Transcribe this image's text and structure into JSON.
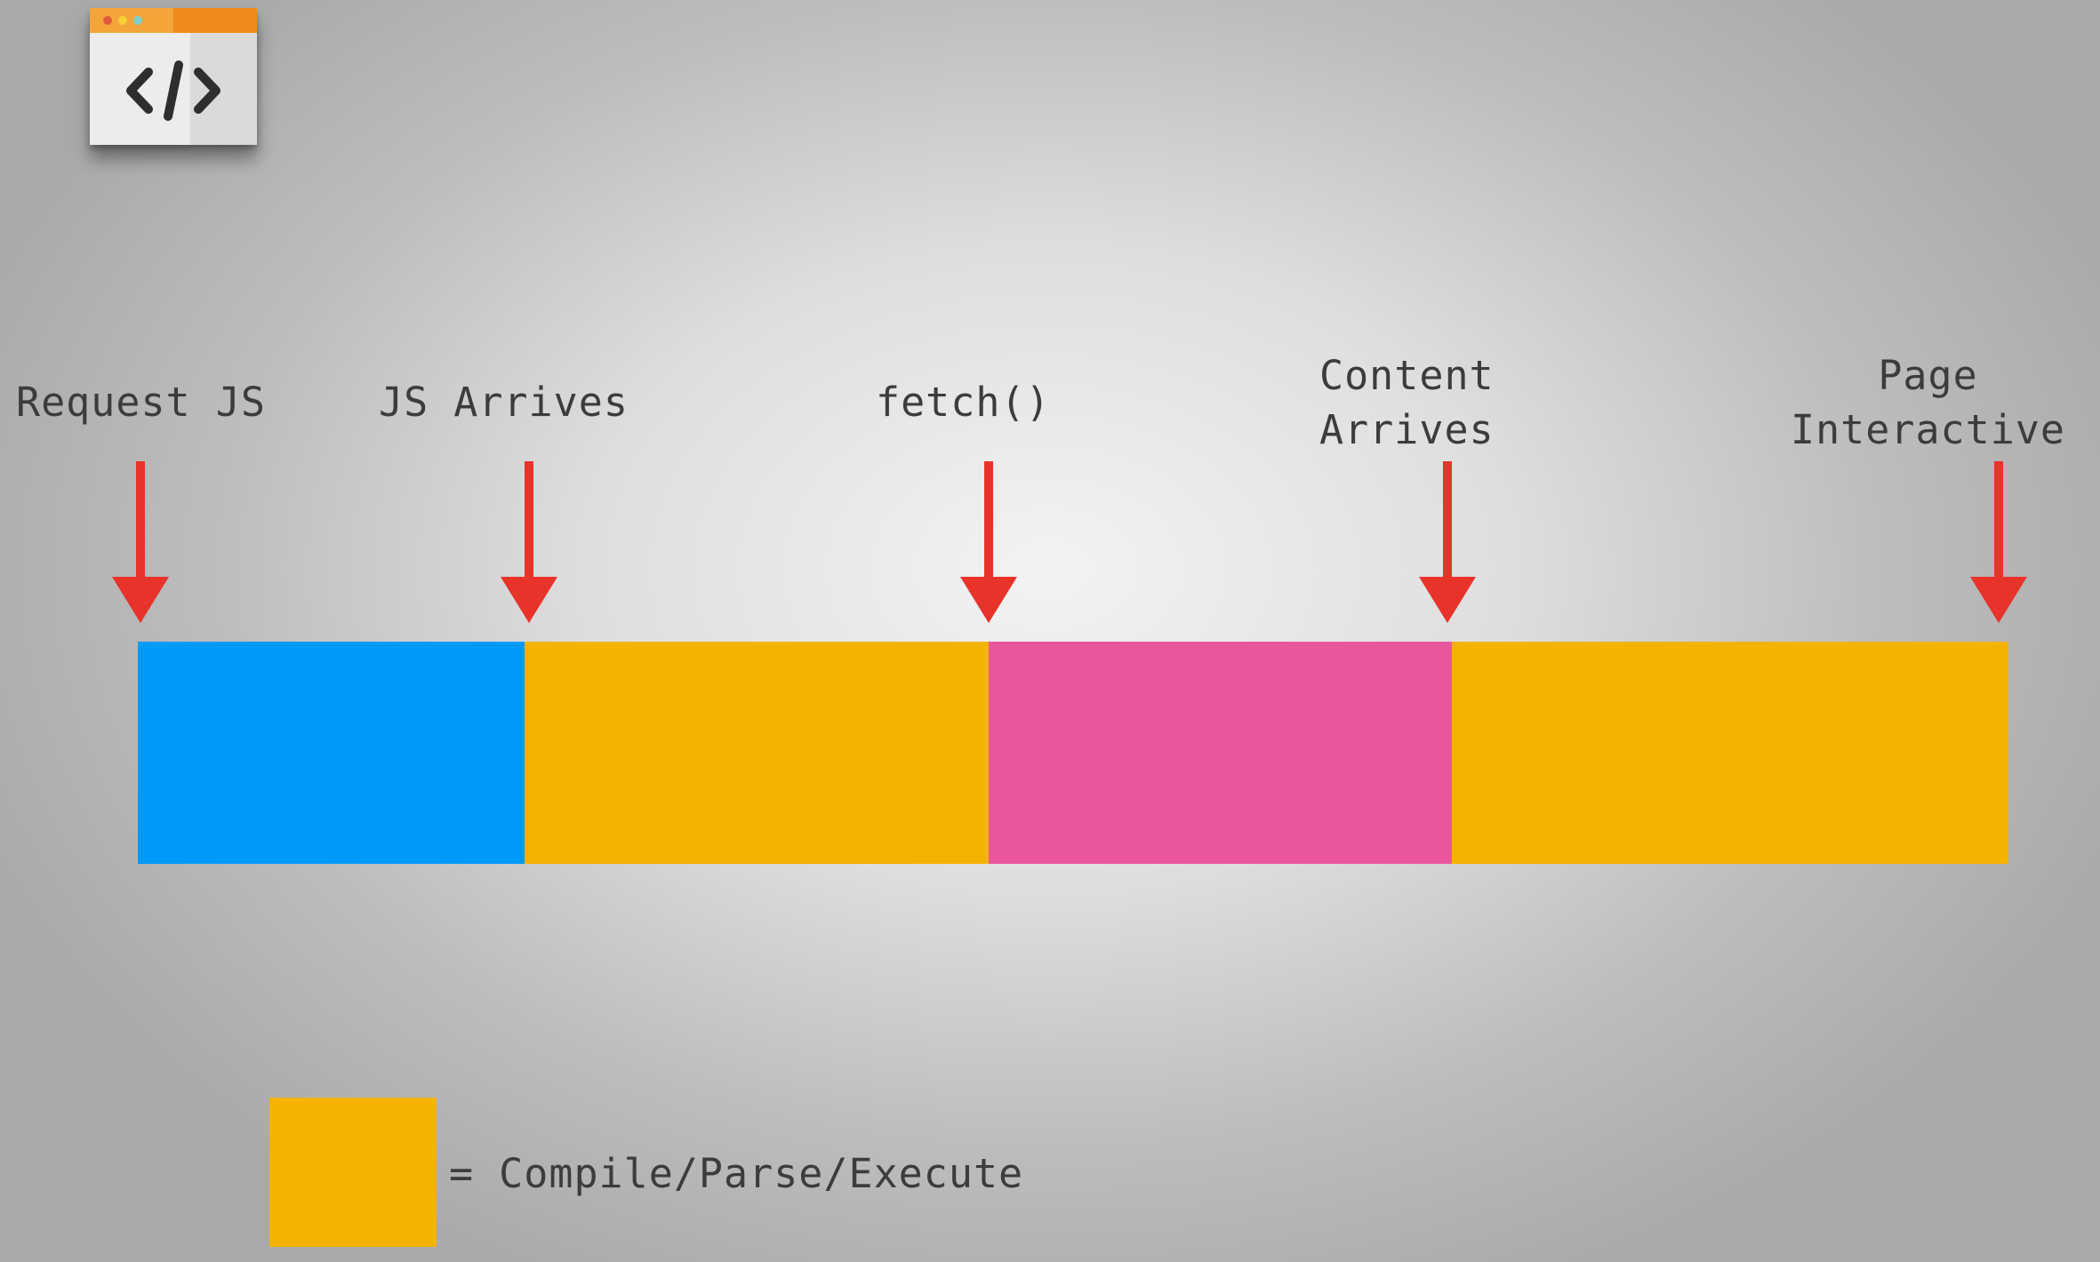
{
  "logo": {
    "icon": "code-browser-icon",
    "accent_color": "#f08a1c"
  },
  "milestones": [
    {
      "id": "request-js",
      "lines": [
        "Request JS"
      ]
    },
    {
      "id": "js-arrives",
      "lines": [
        "JS Arrives"
      ]
    },
    {
      "id": "fetch",
      "lines": [
        "fetch()"
      ]
    },
    {
      "id": "content-arrives",
      "lines": [
        "Content",
        "Arrives"
      ]
    },
    {
      "id": "page-interactive",
      "lines": [
        "Page",
        "Interactive"
      ]
    }
  ],
  "arrow_color": "#e8332b",
  "timeline": {
    "segments": [
      {
        "id": "download-js",
        "color": "#0199fa"
      },
      {
        "id": "compile-parse-execute-1",
        "color": "#f4b300"
      },
      {
        "id": "fetch-content",
        "color": "#ea569c"
      },
      {
        "id": "compile-parse-execute-2",
        "color": "#f4b300"
      }
    ]
  },
  "legend": {
    "swatch_color": "#f4b300",
    "text": "= Compile/Parse/Execute"
  }
}
